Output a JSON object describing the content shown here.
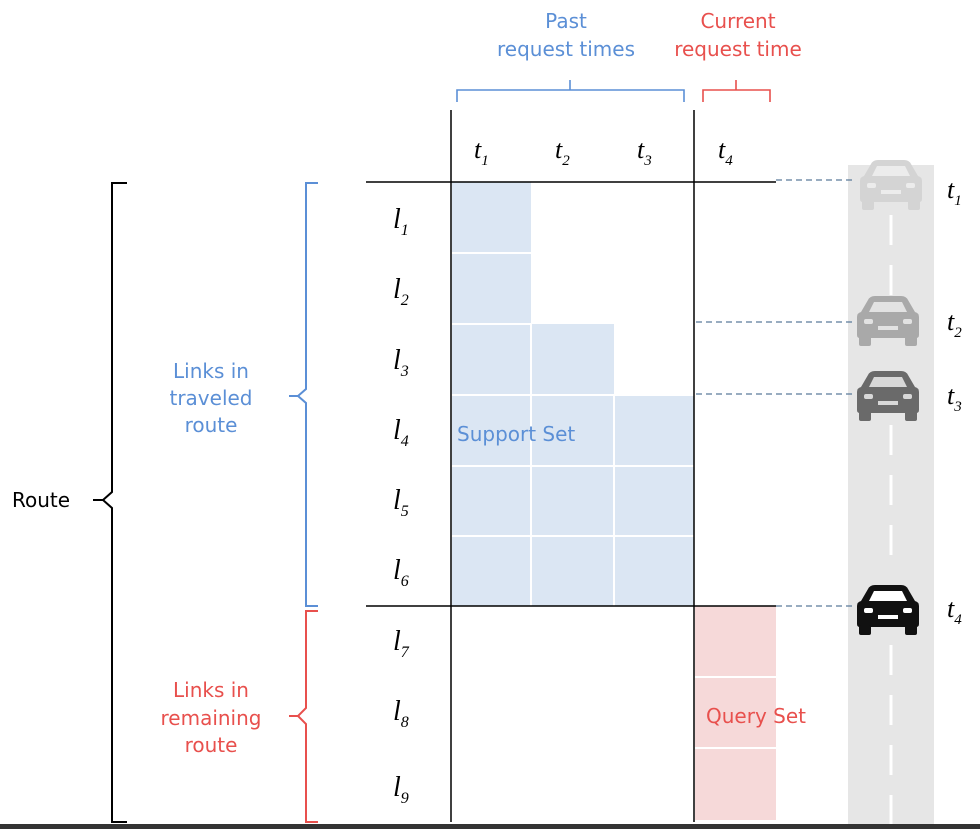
{
  "header": {
    "past_line1": "Past",
    "past_line2": "request times",
    "current_line1": "Current",
    "current_line2": "request time"
  },
  "columns": [
    {
      "base": "t",
      "sub": "1"
    },
    {
      "base": "t",
      "sub": "2"
    },
    {
      "base": "t",
      "sub": "3"
    },
    {
      "base": "t",
      "sub": "4"
    }
  ],
  "rows": [
    {
      "base": "l",
      "sub": "1"
    },
    {
      "base": "l",
      "sub": "2"
    },
    {
      "base": "l",
      "sub": "3"
    },
    {
      "base": "l",
      "sub": "4"
    },
    {
      "base": "l",
      "sub": "5"
    },
    {
      "base": "l",
      "sub": "6"
    },
    {
      "base": "l",
      "sub": "7"
    },
    {
      "base": "l",
      "sub": "8"
    },
    {
      "base": "l",
      "sub": "9"
    }
  ],
  "route_label": "Route",
  "traveled_label": [
    "Links in",
    "traveled",
    "route"
  ],
  "remaining_label": [
    "Links in",
    "remaining",
    "route"
  ],
  "support_set_label": "Support Set",
  "query_set_label": "Query Set",
  "cars": [
    {
      "base": "t",
      "sub": "1"
    },
    {
      "base": "t",
      "sub": "2"
    },
    {
      "base": "t",
      "sub": "3"
    },
    {
      "base": "t",
      "sub": "4"
    }
  ],
  "colors": {
    "blue_text": "#5b8fd6",
    "red_text": "#e8504d",
    "support_fill": "#dbe6f3",
    "query_fill": "#f6d9d9",
    "road": "#e6e6e6"
  }
}
